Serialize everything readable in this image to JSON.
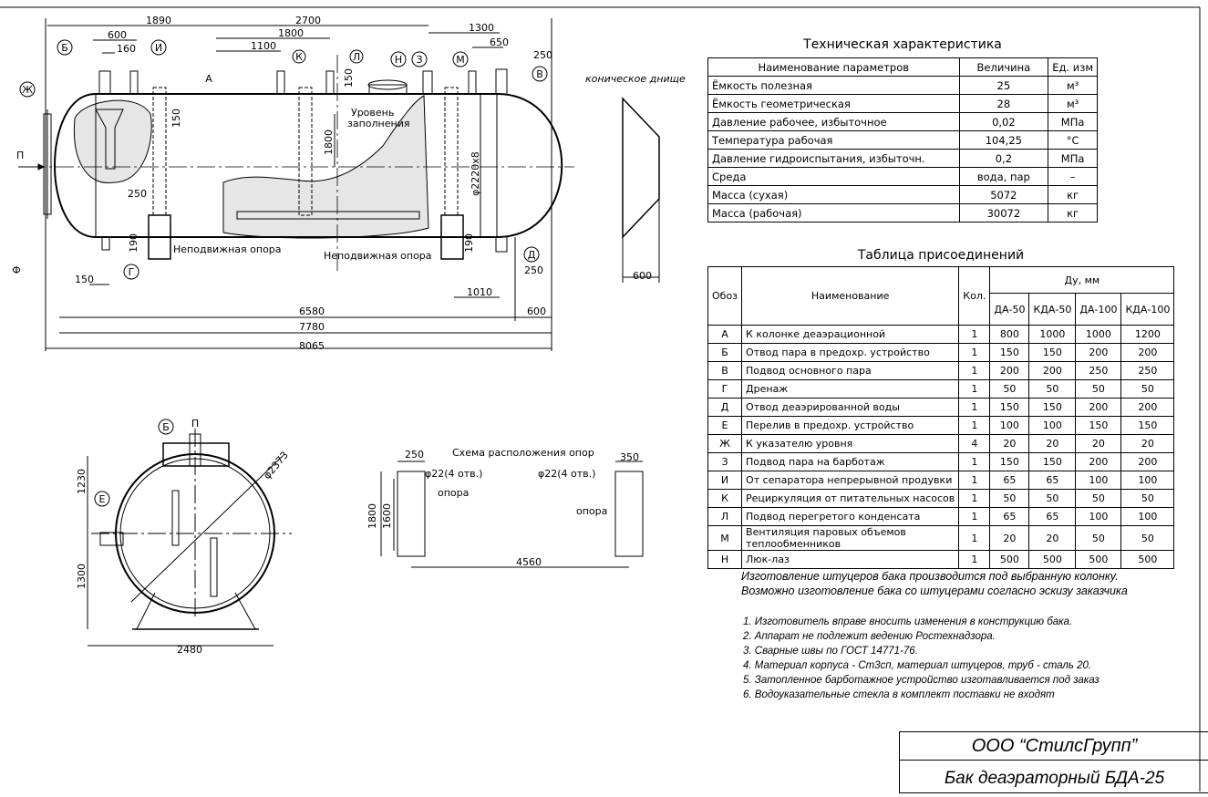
{
  "main_view": {
    "dims_top": [
      "1890",
      "2700",
      "1800",
      "1100",
      "600",
      "160",
      "1300",
      "650",
      "250"
    ],
    "dims_side": [
      "150",
      "1800",
      "150",
      "250",
      "190",
      "190",
      "φ2220х8",
      "250",
      "150"
    ],
    "dims_bottom": [
      "1010",
      "600",
      "6580",
      "7780",
      "8065"
    ],
    "markers": [
      "Б",
      "И",
      "А",
      "К",
      "Л",
      "Н",
      "З",
      "М",
      "В",
      "Ж",
      "Г",
      "Д",
      "Ф"
    ],
    "inlet_label": "П",
    "fill_level": "Уровень заполнения",
    "fill_level_1": "Уровень",
    "fill_level_2": "заполнения",
    "support_left": "Неподвижная опора",
    "support_right": "Неподвижная опора"
  },
  "cone": {
    "label": "коническое днище",
    "dim": "600"
  },
  "side_view": {
    "markers": [
      "Б",
      "П",
      "Е"
    ],
    "dims": [
      "1230",
      "1300",
      "2480",
      "φ2373"
    ]
  },
  "supports_scheme": {
    "title": "Схема расположения опор",
    "dims": [
      "250",
      "350",
      "1800",
      "1600",
      "4560"
    ],
    "hole_left": "φ22(4 отв.)",
    "hole_right": "φ22(4 отв.)",
    "support_left": "опора",
    "support_right": "опора"
  },
  "spec_table": {
    "title": "Техническая характеристика",
    "headers": [
      "Наименование параметров",
      "Величина",
      "Ед. изм"
    ],
    "rows": [
      [
        "Ёмкость полезная",
        "25",
        "м³"
      ],
      [
        "Ёмкость геометрическая",
        "28",
        "м³"
      ],
      [
        "Давление рабочее, избыточное",
        "0,02",
        "МПа"
      ],
      [
        "Температура рабочая",
        "104,25",
        "°С"
      ],
      [
        "Давление гидроиспытания, избыточн.",
        "0,2",
        "МПа"
      ],
      [
        "Среда",
        "вода, пар",
        "–"
      ],
      [
        "Масса (сухая)",
        "5072",
        "кг"
      ],
      [
        "Масса (рабочая)",
        "30072",
        "кг"
      ]
    ]
  },
  "conn_table": {
    "title": "Таблица присоединений",
    "head": {
      "oboz": "Обоз",
      "name": "Наименование",
      "qty": "Кол.",
      "du": "Ду, мм"
    },
    "sub": [
      "ДА-50",
      "КДА-50",
      "ДА-100",
      "КДА-100"
    ],
    "rows": [
      [
        "А",
        "К колонке деаэрационной",
        "1",
        "800",
        "1000",
        "1000",
        "1200"
      ],
      [
        "Б",
        "Отвод пара в предохр. устройство",
        "1",
        "150",
        "150",
        "200",
        "200"
      ],
      [
        "В",
        "Подвод основного пара",
        "1",
        "200",
        "200",
        "250",
        "250"
      ],
      [
        "Г",
        "Дренаж",
        "1",
        "50",
        "50",
        "50",
        "50"
      ],
      [
        "Д",
        "Отвод деаэрированной воды",
        "1",
        "150",
        "150",
        "200",
        "200"
      ],
      [
        "Е",
        "Перелив в предохр. устройство",
        "1",
        "100",
        "100",
        "150",
        "150"
      ],
      [
        "Ж",
        "К указателю уровня",
        "4",
        "20",
        "20",
        "20",
        "20"
      ],
      [
        "З",
        "Подвод пара на барботаж",
        "1",
        "150",
        "150",
        "200",
        "200"
      ],
      [
        "И",
        "От сепаратора непрерывной продувки",
        "1",
        "65",
        "65",
        "100",
        "100"
      ],
      [
        "К",
        "Рециркуляция от питательных насосов",
        "1",
        "50",
        "50",
        "50",
        "50"
      ],
      [
        "Л",
        "Подвод перегретого конденсата",
        "1",
        "65",
        "65",
        "100",
        "100"
      ],
      [
        "М",
        "Вентиляция паровых объемов теплообменников",
        "1",
        "20",
        "20",
        "50",
        "50"
      ],
      [
        "Н",
        "Люк-лаз",
        "1",
        "500",
        "500",
        "500",
        "500"
      ]
    ]
  },
  "notes_a": [
    "Изготовление штуцеров бака производится под выбранную колонку.",
    "Возможно изготовление бака со штуцерами согласно эскизу заказчика"
  ],
  "notes_b": [
    "1. Изготовитель вправе вносить изменения в конструкцию бака.",
    "2. Аппарат не подлежит ведению Ростехнадзора.",
    "3. Сварные швы по ГОСТ 14771-76.",
    "4. Материал корпуса - Ст3сп, материал штуцеров, труб - сталь 20.",
    "5. Затопленное барботажное устройство изготавливается под заказ",
    "6. Водоуказательные стекла в комплект поставки не входят"
  ],
  "stamp": {
    "company": "ООО “СтилсГрупп”",
    "product": "Бак деаэраторный БДА-25"
  }
}
